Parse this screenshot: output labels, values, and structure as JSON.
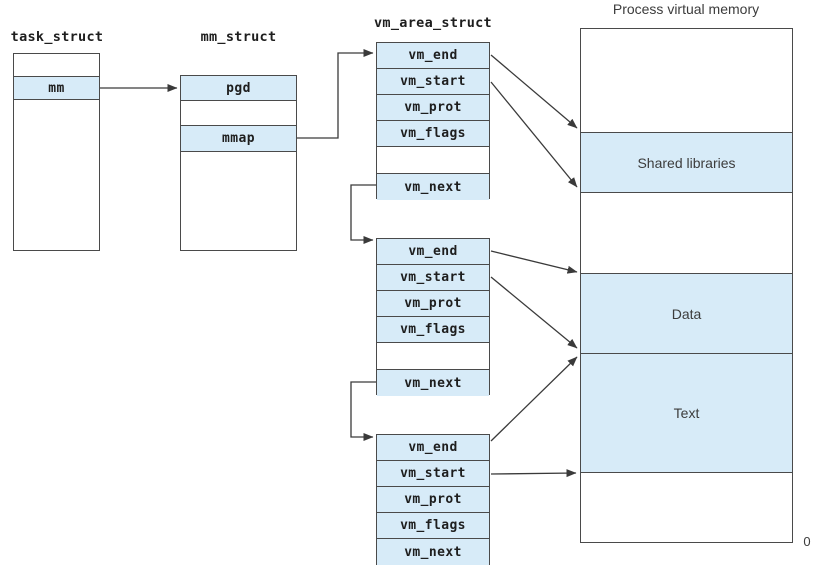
{
  "colors": {
    "highlight_fill": "#d7ebf8",
    "border": "#4a4a4a",
    "line": "#3a3a3a",
    "mono_text": "#1e1e1e",
    "sans_text": "#3c3c3c"
  },
  "task_struct": {
    "label": "task_struct",
    "rows": {
      "mm": "mm"
    }
  },
  "mm_struct": {
    "label": "mm_struct",
    "rows": {
      "pgd": "pgd",
      "mmap": "mmap"
    }
  },
  "vm_area_struct": {
    "label": "vm_area_struct",
    "blocks": [
      {
        "rows": [
          "vm_end",
          "vm_start",
          "vm_prot",
          "vm_flags",
          "",
          "vm_next"
        ]
      },
      {
        "rows": [
          "vm_end",
          "vm_start",
          "vm_prot",
          "vm_flags",
          "",
          "vm_next"
        ]
      },
      {
        "rows": [
          "vm_end",
          "vm_start",
          "vm_prot",
          "vm_flags",
          "vm_next"
        ]
      }
    ]
  },
  "memory": {
    "title": "Process virtual memory",
    "segments": [
      {
        "label": "",
        "highlighted": false
      },
      {
        "label": "Shared libraries",
        "highlighted": true
      },
      {
        "label": "",
        "highlighted": false
      },
      {
        "label": "Data",
        "highlighted": true
      },
      {
        "label": "Text",
        "highlighted": true
      },
      {
        "label": "",
        "highlighted": false
      }
    ],
    "origin_label": "0"
  }
}
